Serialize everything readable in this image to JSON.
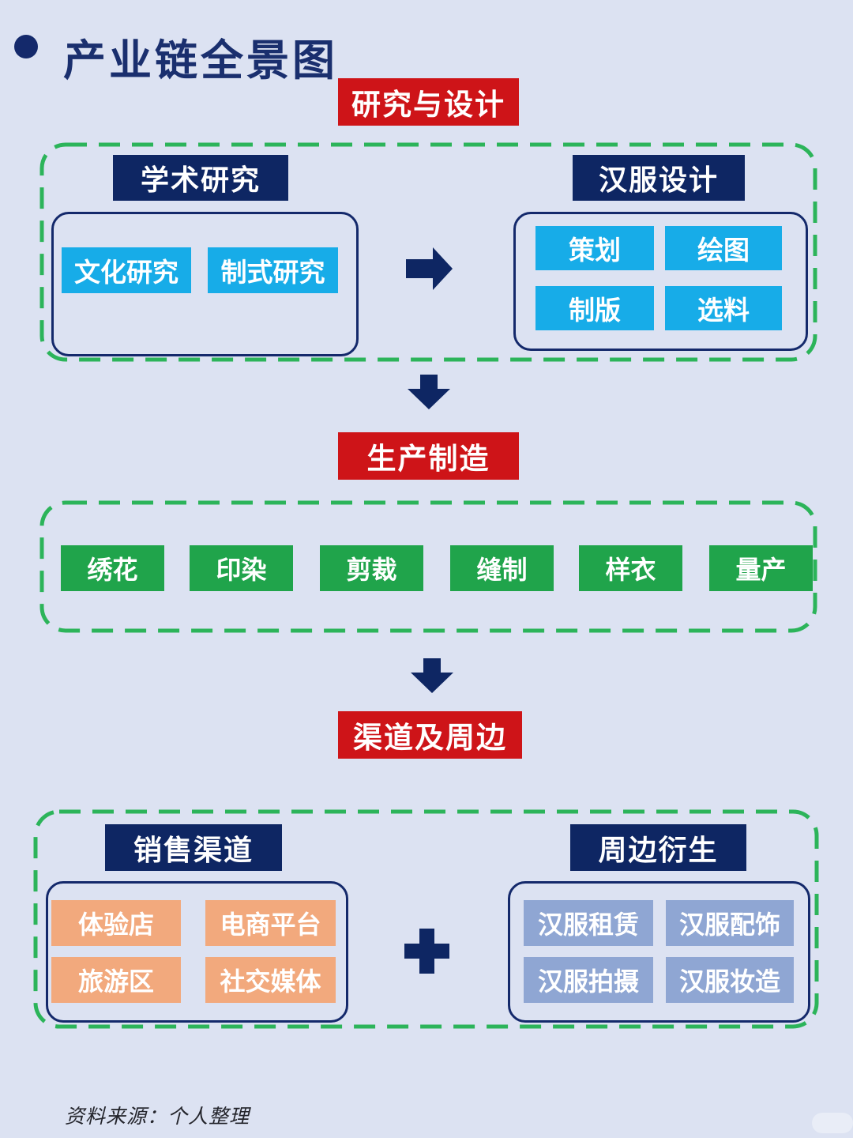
{
  "page": {
    "title": "产业链全景图",
    "source_note": "资料来源：个人整理"
  },
  "stages": [
    {
      "banner": "研究与设计",
      "groups": [
        {
          "header": "学术研究",
          "items": [
            "文化研究",
            "制式研究"
          ]
        },
        {
          "header": "汉服设计",
          "items": [
            "策划",
            "绘图",
            "制版",
            "选料"
          ]
        }
      ],
      "connector": "arrow-right"
    },
    {
      "banner": "生产制造",
      "items": [
        "绣花",
        "印染",
        "剪裁",
        "缝制",
        "样衣",
        "量产"
      ]
    },
    {
      "banner": "渠道及周边",
      "groups": [
        {
          "header": "销售渠道",
          "items": [
            "体验店",
            "电商平台",
            "旅游区",
            "社交媒体"
          ]
        },
        {
          "header": "周边衍生",
          "items": [
            "汉服租赁",
            "汉服配饰",
            "汉服拍摄",
            "汉服妆造"
          ]
        }
      ],
      "connector": "plus"
    }
  ],
  "colors": {
    "background": "#dce2f2",
    "navy": "#0e2663",
    "banner_red": "#ce1418",
    "cyan": "#17ace8",
    "green": "#20a44b",
    "dashed_border_green": "#2cb45a",
    "orange": "#f2a97d",
    "periwinkle": "#8fa6d3"
  }
}
